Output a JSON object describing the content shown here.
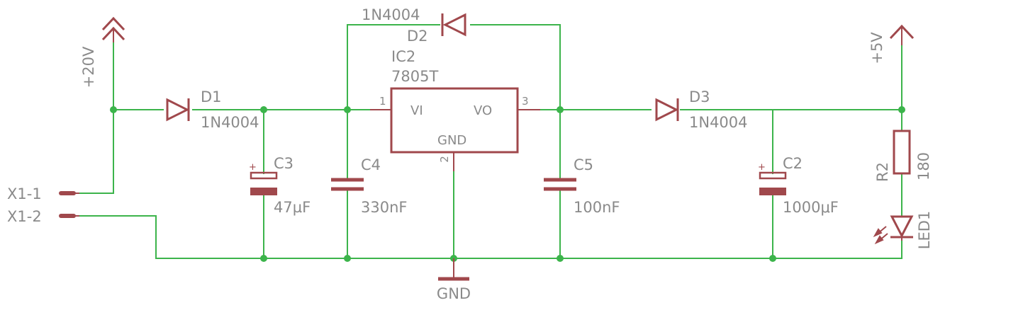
{
  "connector": {
    "pin1": "X1-1",
    "pin2": "X1-2"
  },
  "supply_in": {
    "label": "+20V"
  },
  "supply_out": {
    "label": "+5V"
  },
  "ground": {
    "label": "GND"
  },
  "d1": {
    "name": "D1",
    "value": "1N4004"
  },
  "d2": {
    "name": "D2",
    "value": "1N4004"
  },
  "d3": {
    "name": "D3",
    "value": "1N4004"
  },
  "c2": {
    "name": "C2",
    "value": "1000μF"
  },
  "c3": {
    "name": "C3",
    "value": "47µF"
  },
  "c4": {
    "name": "C4",
    "value": "330nF"
  },
  "c5": {
    "name": "C5",
    "value": "100nF"
  },
  "ic2": {
    "name": "IC2",
    "value": "7805T",
    "pin_vi": "VI",
    "pin_vo": "VO",
    "pin_gnd": "GND",
    "pin1_num": "1",
    "pin2_num": "2",
    "pin3_num": "3"
  },
  "r2": {
    "name": "R2",
    "value": "180"
  },
  "led1": {
    "name": "LED1"
  },
  "colors": {
    "wire": "#3cb44b",
    "symbol": "#a0484c",
    "label": "#8a8a8a"
  }
}
